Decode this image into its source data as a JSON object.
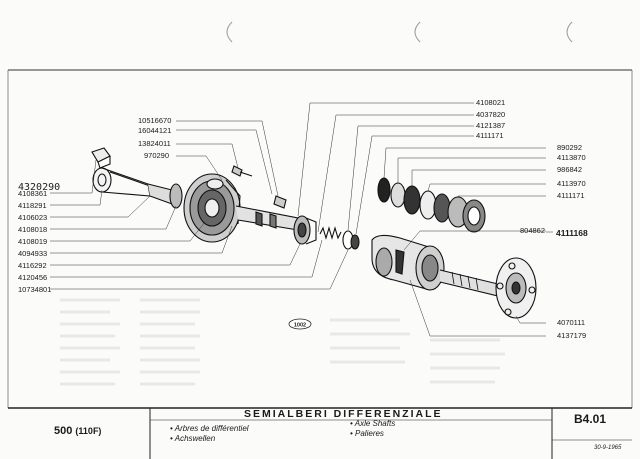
{
  "handwritten_note": "4320290",
  "part_numbers_left": [
    "10516670",
    "16044121",
    "13824011",
    "970290",
    "4108361",
    "4118291",
    "4106023",
    "4108018",
    "4108019",
    "4094933",
    "4116292",
    "4120456",
    "10734801"
  ],
  "part_numbers_right": [
    "4108021",
    "4037820",
    "4121387",
    "4111171",
    "890292",
    "4113870",
    "986842",
    "4113970",
    "4111171",
    "804862",
    "4111168",
    "4070111",
    "4137179"
  ],
  "figure_number": "1002",
  "title_block": {
    "model": "500",
    "model_variant": "(110F)",
    "title": "SEMIALBERI DIFFERENZIALE",
    "captions_left": [
      "• Arbres de différentiel",
      "• Achswellen"
    ],
    "captions_right": [
      "• Axle Shafts",
      "• Palieres"
    ],
    "sheet_code": "B4.01",
    "date": "30-9-1965"
  }
}
